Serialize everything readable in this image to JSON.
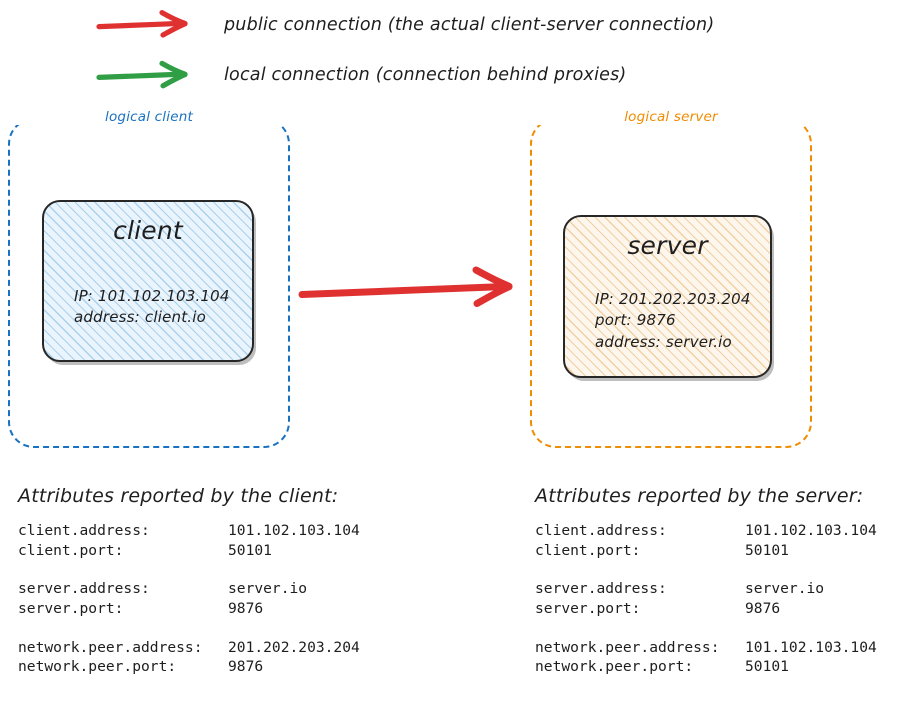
{
  "colors": {
    "public_arrow": "#e03131",
    "local_arrow": "#2f9e44",
    "client_group": "#1971c2",
    "server_group": "#f08c00",
    "text": "#1e1e1e"
  },
  "legend": [
    {
      "arrow": "red-arrow-icon",
      "color": "#e03131",
      "text": "public connection (the actual client-server connection)"
    },
    {
      "arrow": "green-arrow-icon",
      "color": "#2f9e44",
      "text": "local connection (connection behind proxies)"
    }
  ],
  "groups": {
    "client": {
      "label": "logical client"
    },
    "server": {
      "label": "logical server"
    }
  },
  "nodes": {
    "client": {
      "title": "client",
      "details": [
        "IP: 101.102.103.104",
        "address: client.io"
      ]
    },
    "server": {
      "title": "server",
      "details": [
        "IP: 201.202.203.204",
        "port: 9876",
        "address: server.io"
      ]
    }
  },
  "main_connection": {
    "kind": "public connection",
    "color": "#e03131",
    "direction": "client-to-server"
  },
  "attributes": {
    "client_panel": {
      "title": "Attributes reported by the client:",
      "rows": [
        {
          "key": "client.address:",
          "value": "101.102.103.104"
        },
        {
          "key": "client.port:",
          "value": "50101"
        },
        {
          "key": "server.address:",
          "value": "server.io"
        },
        {
          "key": "server.port:",
          "value": "9876"
        },
        {
          "key": "network.peer.address:",
          "value": "201.202.203.204"
        },
        {
          "key": "network.peer.port:",
          "value": "9876"
        }
      ]
    },
    "server_panel": {
      "title": "Attributes reported by the server:",
      "rows": [
        {
          "key": "client.address:",
          "value": "101.102.103.104"
        },
        {
          "key": "client.port:",
          "value": "50101"
        },
        {
          "key": "server.address:",
          "value": "server.io"
        },
        {
          "key": "server.port:",
          "value": "9876"
        },
        {
          "key": "network.peer.address:",
          "value": "101.102.103.104"
        },
        {
          "key": "network.peer.port:",
          "value": "50101"
        }
      ]
    }
  }
}
